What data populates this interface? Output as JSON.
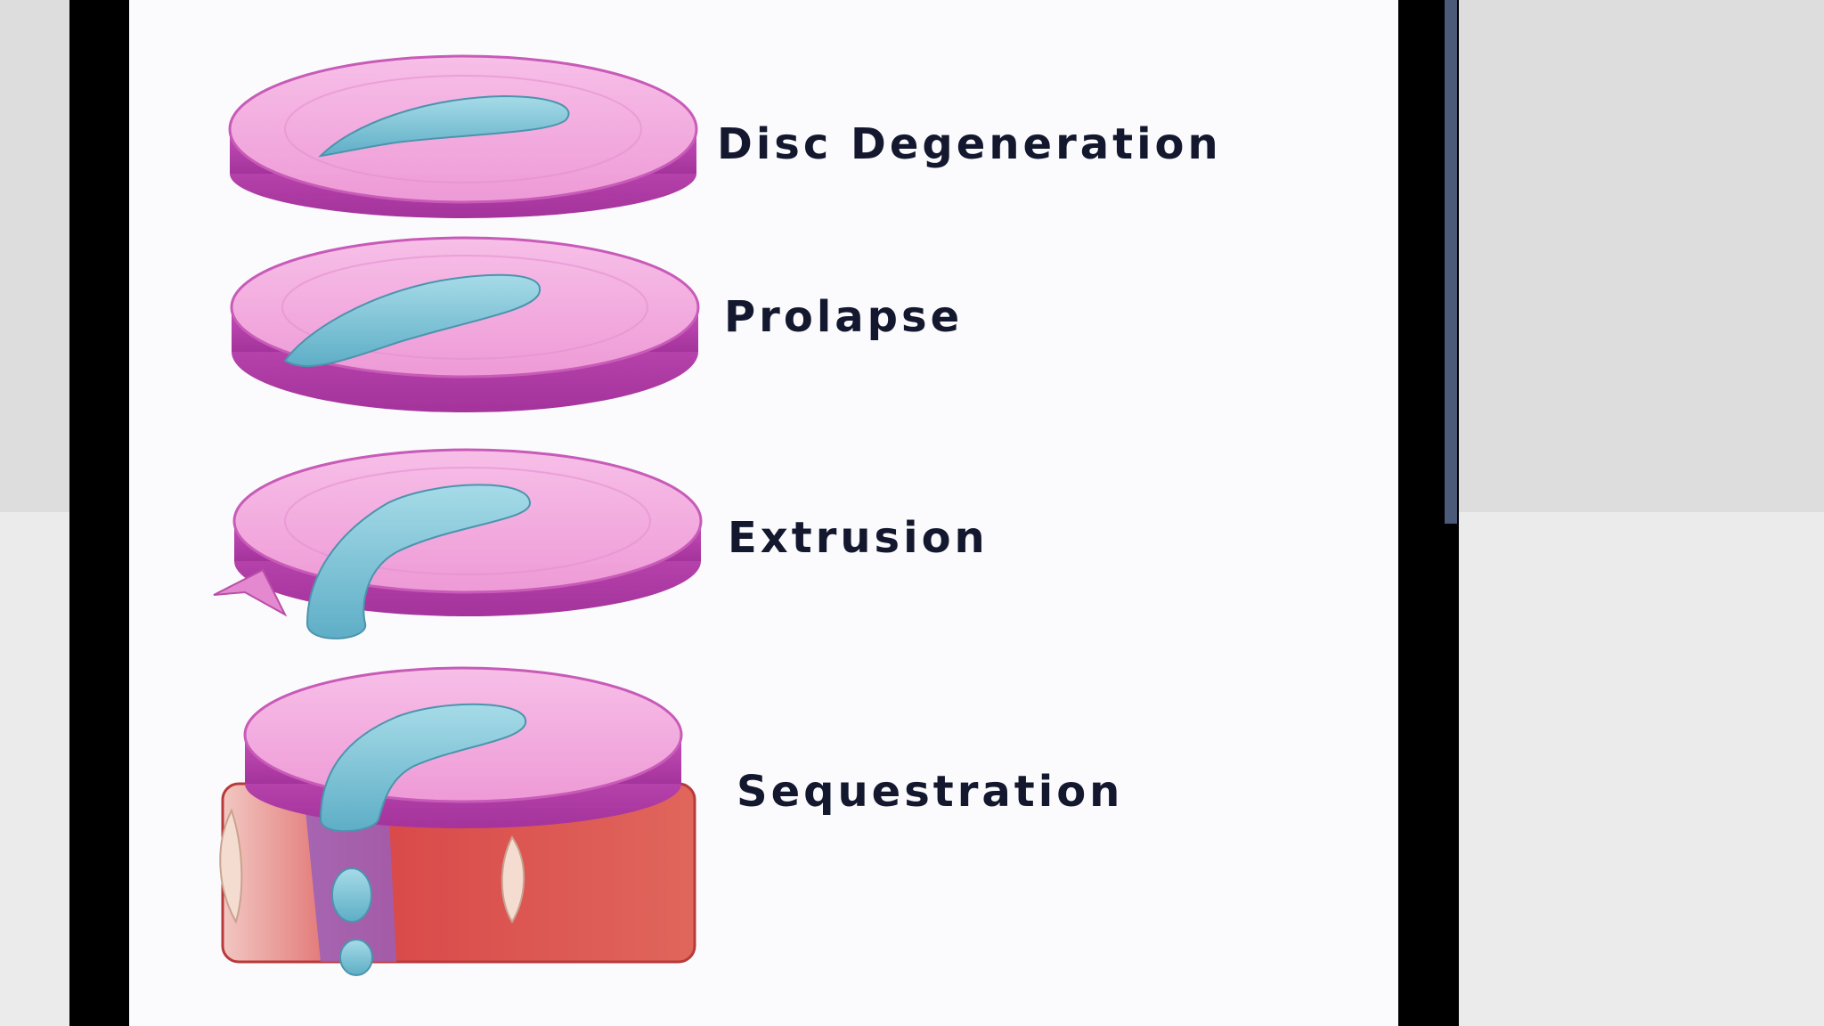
{
  "diagram": {
    "stages": [
      {
        "label": "Disc Degeneration"
      },
      {
        "label": "Prolapse"
      },
      {
        "label": "Extrusion"
      },
      {
        "label": "Sequestration"
      }
    ],
    "colors": {
      "disc_top": "#f2a8dc",
      "disc_side": "#b83fae",
      "nucleus": "#7ec3d6",
      "vertebra": "#d94a4a",
      "label_text": "#14182e"
    }
  }
}
